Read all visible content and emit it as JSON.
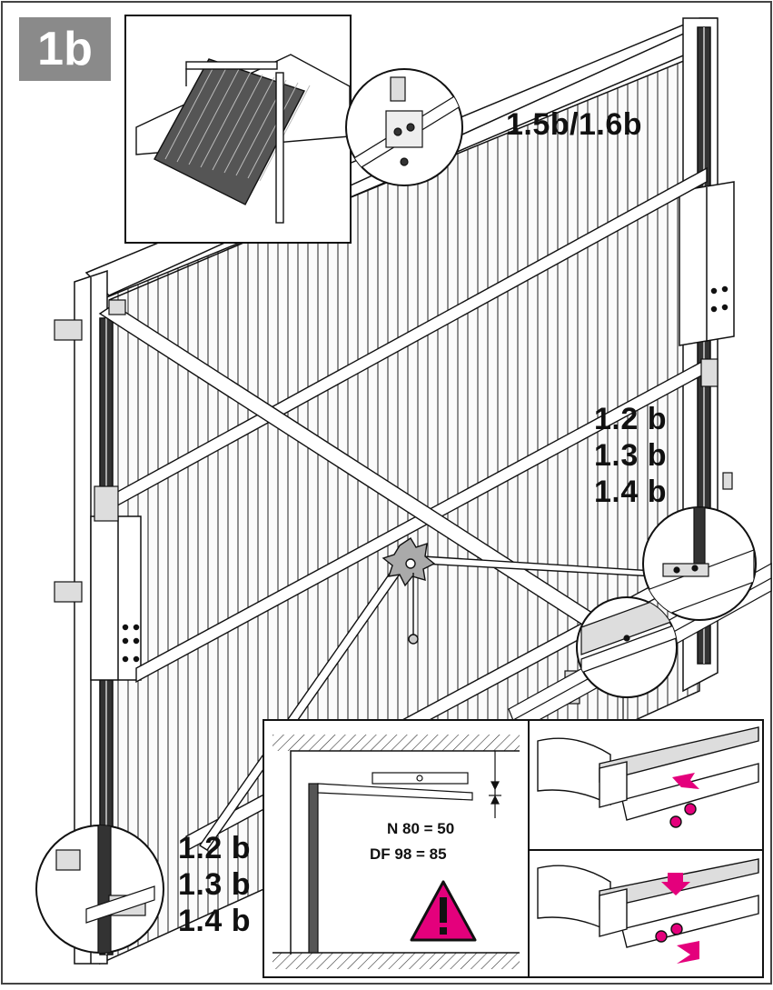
{
  "step": {
    "badge": "1b"
  },
  "labels": {
    "top_callout": "1.5b/1.6b",
    "right_steps": [
      "1.2 b",
      "1.3 b",
      "1.4 b"
    ],
    "left_steps": [
      "1.2 b",
      "1.3 b",
      "1.4 b"
    ]
  },
  "measurement": {
    "n80": "N 80 = 50",
    "df98": "DF 98 = 85"
  },
  "colors": {
    "line": "#111111",
    "accent": "#e4007c",
    "panel_gray": "#555555",
    "badge_gray": "#8a8a8a"
  },
  "icons": [
    "warning-triangle-icon",
    "arrow-icon",
    "screw-icon",
    "spirit-level-icon"
  ]
}
